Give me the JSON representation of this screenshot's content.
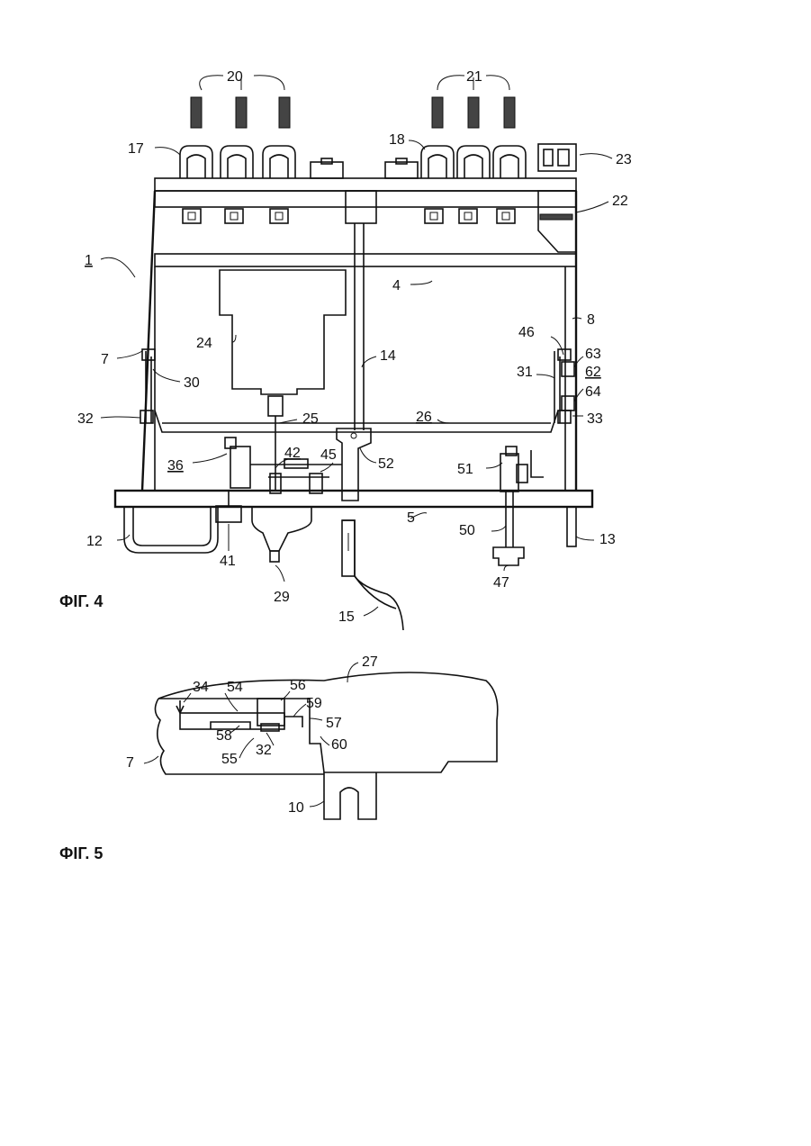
{
  "figures": [
    {
      "caption": "ФIГ. 4"
    },
    {
      "caption": "ФIГ. 5"
    }
  ],
  "fig4_labels": {
    "l1": "1",
    "l4": "4",
    "l5": "5",
    "l7": "7",
    "l8": "8",
    "l12": "12",
    "l13": "13",
    "l14": "14",
    "l15": "15",
    "l17": "17",
    "l18": "18",
    "l20": "20",
    "l21": "21",
    "l22": "22",
    "l23": "23",
    "l24": "24",
    "l25": "25",
    "l26": "26",
    "l29": "29",
    "l30": "30",
    "l31": "31",
    "l32": "32",
    "l33": "33",
    "l36": "36",
    "l41": "41",
    "l42": "42",
    "l45": "45",
    "l46": "46",
    "l47": "47",
    "l50": "50",
    "l51": "51",
    "l52": "52",
    "l62": "62",
    "l63": "63",
    "l64": "64"
  },
  "fig5_labels": {
    "l7": "7",
    "l10": "10",
    "l27": "27",
    "l32": "32",
    "l34": "34",
    "l54": "54",
    "l55": "55",
    "l56": "56",
    "l57": "57",
    "l58": "58",
    "l59": "59",
    "l60": "60"
  }
}
